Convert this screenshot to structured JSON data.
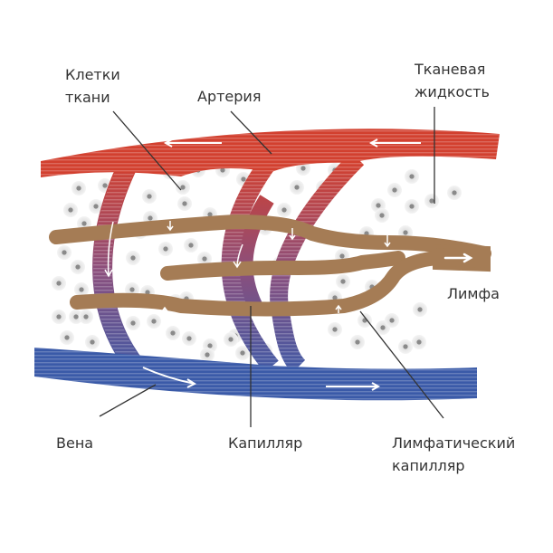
{
  "labels": {
    "tissue_cells_line1": "Клетки",
    "tissue_cells_line2": "ткани",
    "artery": "Артерия",
    "tissue_fluid_line1": "Тканевая",
    "tissue_fluid_line2": "жидкость",
    "lymph": "Лимфа",
    "vein": "Вена",
    "capillary": "Капилляр",
    "lymph_capillary_line1": "Лимфатический",
    "lymph_capillary_line2": "капилляр"
  },
  "colors": {
    "artery": "#d2402f",
    "vein": "#3a5aa8",
    "capillary_mid": "#8a4f7d",
    "lymph": "#a57c55",
    "cell": "#c8c8c8"
  }
}
